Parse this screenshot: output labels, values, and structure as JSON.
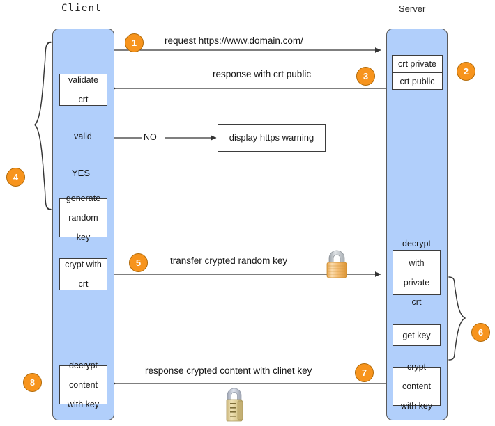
{
  "diagram": {
    "title": "HTTPS / TLS handshake sequence diagram",
    "colors": {
      "lifeline_fill": "#b1cffb",
      "lifeline_stroke": "#5a5a5a",
      "badge_fill": "#f7941d",
      "badge_stroke": "#b26a08",
      "badge_text": "#ffffff",
      "box_fill": "#ffffff",
      "box_stroke": "#3d3d3d",
      "arrow": "#333333",
      "text": "#161616",
      "page_bg": "#ffffff"
    },
    "actors": [
      {
        "id": "client",
        "label": "Client"
      },
      {
        "id": "server",
        "label": "Server"
      }
    ],
    "steps": [
      {
        "num": "1",
        "label": "request https://www.domain.com/"
      },
      {
        "num": "2",
        "label": ""
      },
      {
        "num": "3",
        "label": "response with crt public"
      },
      {
        "num": "4",
        "label": ""
      },
      {
        "num": "5",
        "label": "transfer crypted random key"
      },
      {
        "num": "6",
        "label": ""
      },
      {
        "num": "7",
        "label": "response crypted content with clinet key"
      },
      {
        "num": "8",
        "label": ""
      }
    ],
    "badges": {
      "b1": "1",
      "b2": "2",
      "b3": "3",
      "b4": "4",
      "b5": "5",
      "b6": "6",
      "b7": "7",
      "b8": "8"
    },
    "messages": {
      "m1": "request https://www.domain.com/",
      "m3": "response with crt public",
      "m5": "transfer crypted random key",
      "m7": "response crypted content with clinet key"
    },
    "client_nodes": {
      "validate_crt": "validate\ncrt",
      "validate_crt_l1": "validate",
      "validate_crt_l2": "crt",
      "decision": "valid",
      "branch_no": "NO",
      "branch_yes": "YES",
      "warning_box": "display https warning",
      "generate_l1": "generate",
      "generate_l2": "random",
      "generate_l3": "key",
      "crypt_l1": "crypt with",
      "crypt_l2": "crt",
      "decrypt_l1": "decrypt",
      "decrypt_l2": "content",
      "decrypt_l3": "with key"
    },
    "server_nodes": {
      "crt_private": "crt private",
      "crt_public": "crt public",
      "decrypt_l1": "decrypt",
      "decrypt_l2": "with",
      "decrypt_l3": "private",
      "decrypt_l4": "crt",
      "get_key": "get key",
      "crypt_l1": "crypt",
      "crypt_l2": "content",
      "crypt_l3": "with key"
    },
    "icons": {
      "lock_closed": "closed-padlock-icon",
      "lock_combination": "combination-padlock-icon"
    }
  }
}
